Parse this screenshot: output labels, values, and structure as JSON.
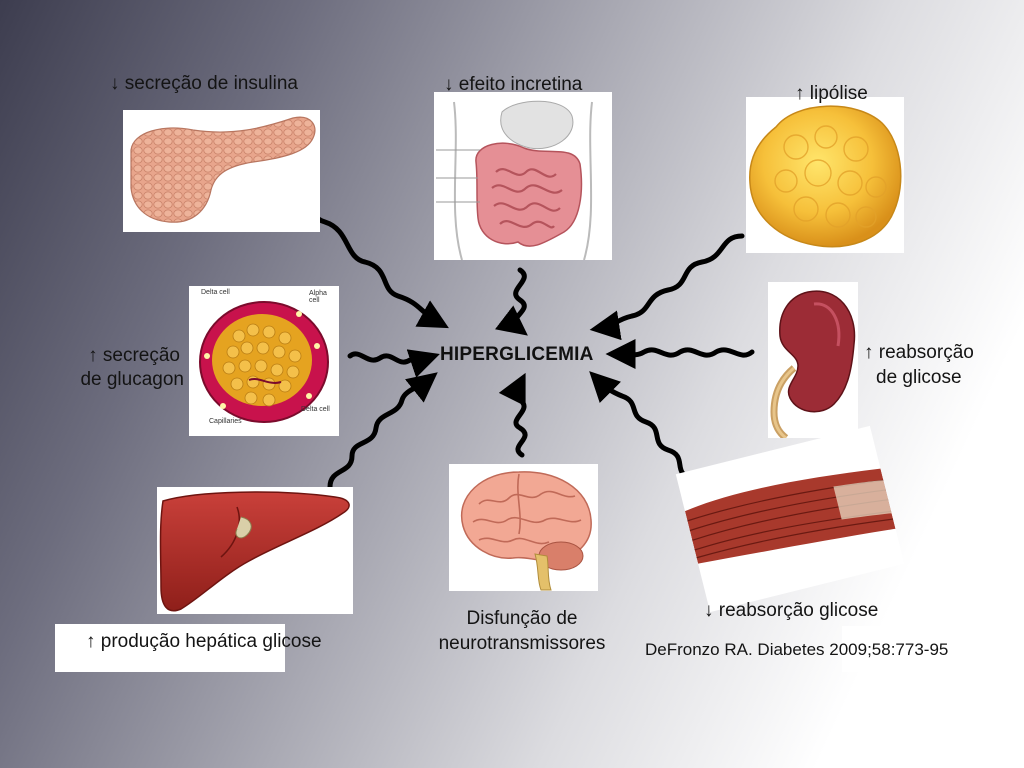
{
  "center": {
    "label": "HIPERGLICEMIA"
  },
  "labels": {
    "insulin": "↓ secreção de insulina",
    "incretin": "↓ efeito incretina",
    "lipolysis": "↑ lipólise",
    "glucagon_line1": "↑ secreção",
    "glucagon_line2": "de glucagon",
    "renal_line1": "↑ reabsorção",
    "renal_line2": "de glicose",
    "hepatic": "↑ produção hepática glicose",
    "neuro_line1": "Disfunção de",
    "neuro_line2": "neurotransmissores",
    "muscle": "↓ reabsorção glicose"
  },
  "islet_labels": {
    "delta_top": "Delta cell",
    "alpha": "Alpha cell",
    "delta_bottom": "Delta cell",
    "capillaries": "Capillaries"
  },
  "citation": "DeFronzo RA. Diabetes 2009;58:773-95",
  "colors": {
    "organ_pink": "#e8a58c",
    "liver_red": "#b5302a",
    "fat_yellow": "#f3b72e",
    "arrow_black": "#000000"
  }
}
